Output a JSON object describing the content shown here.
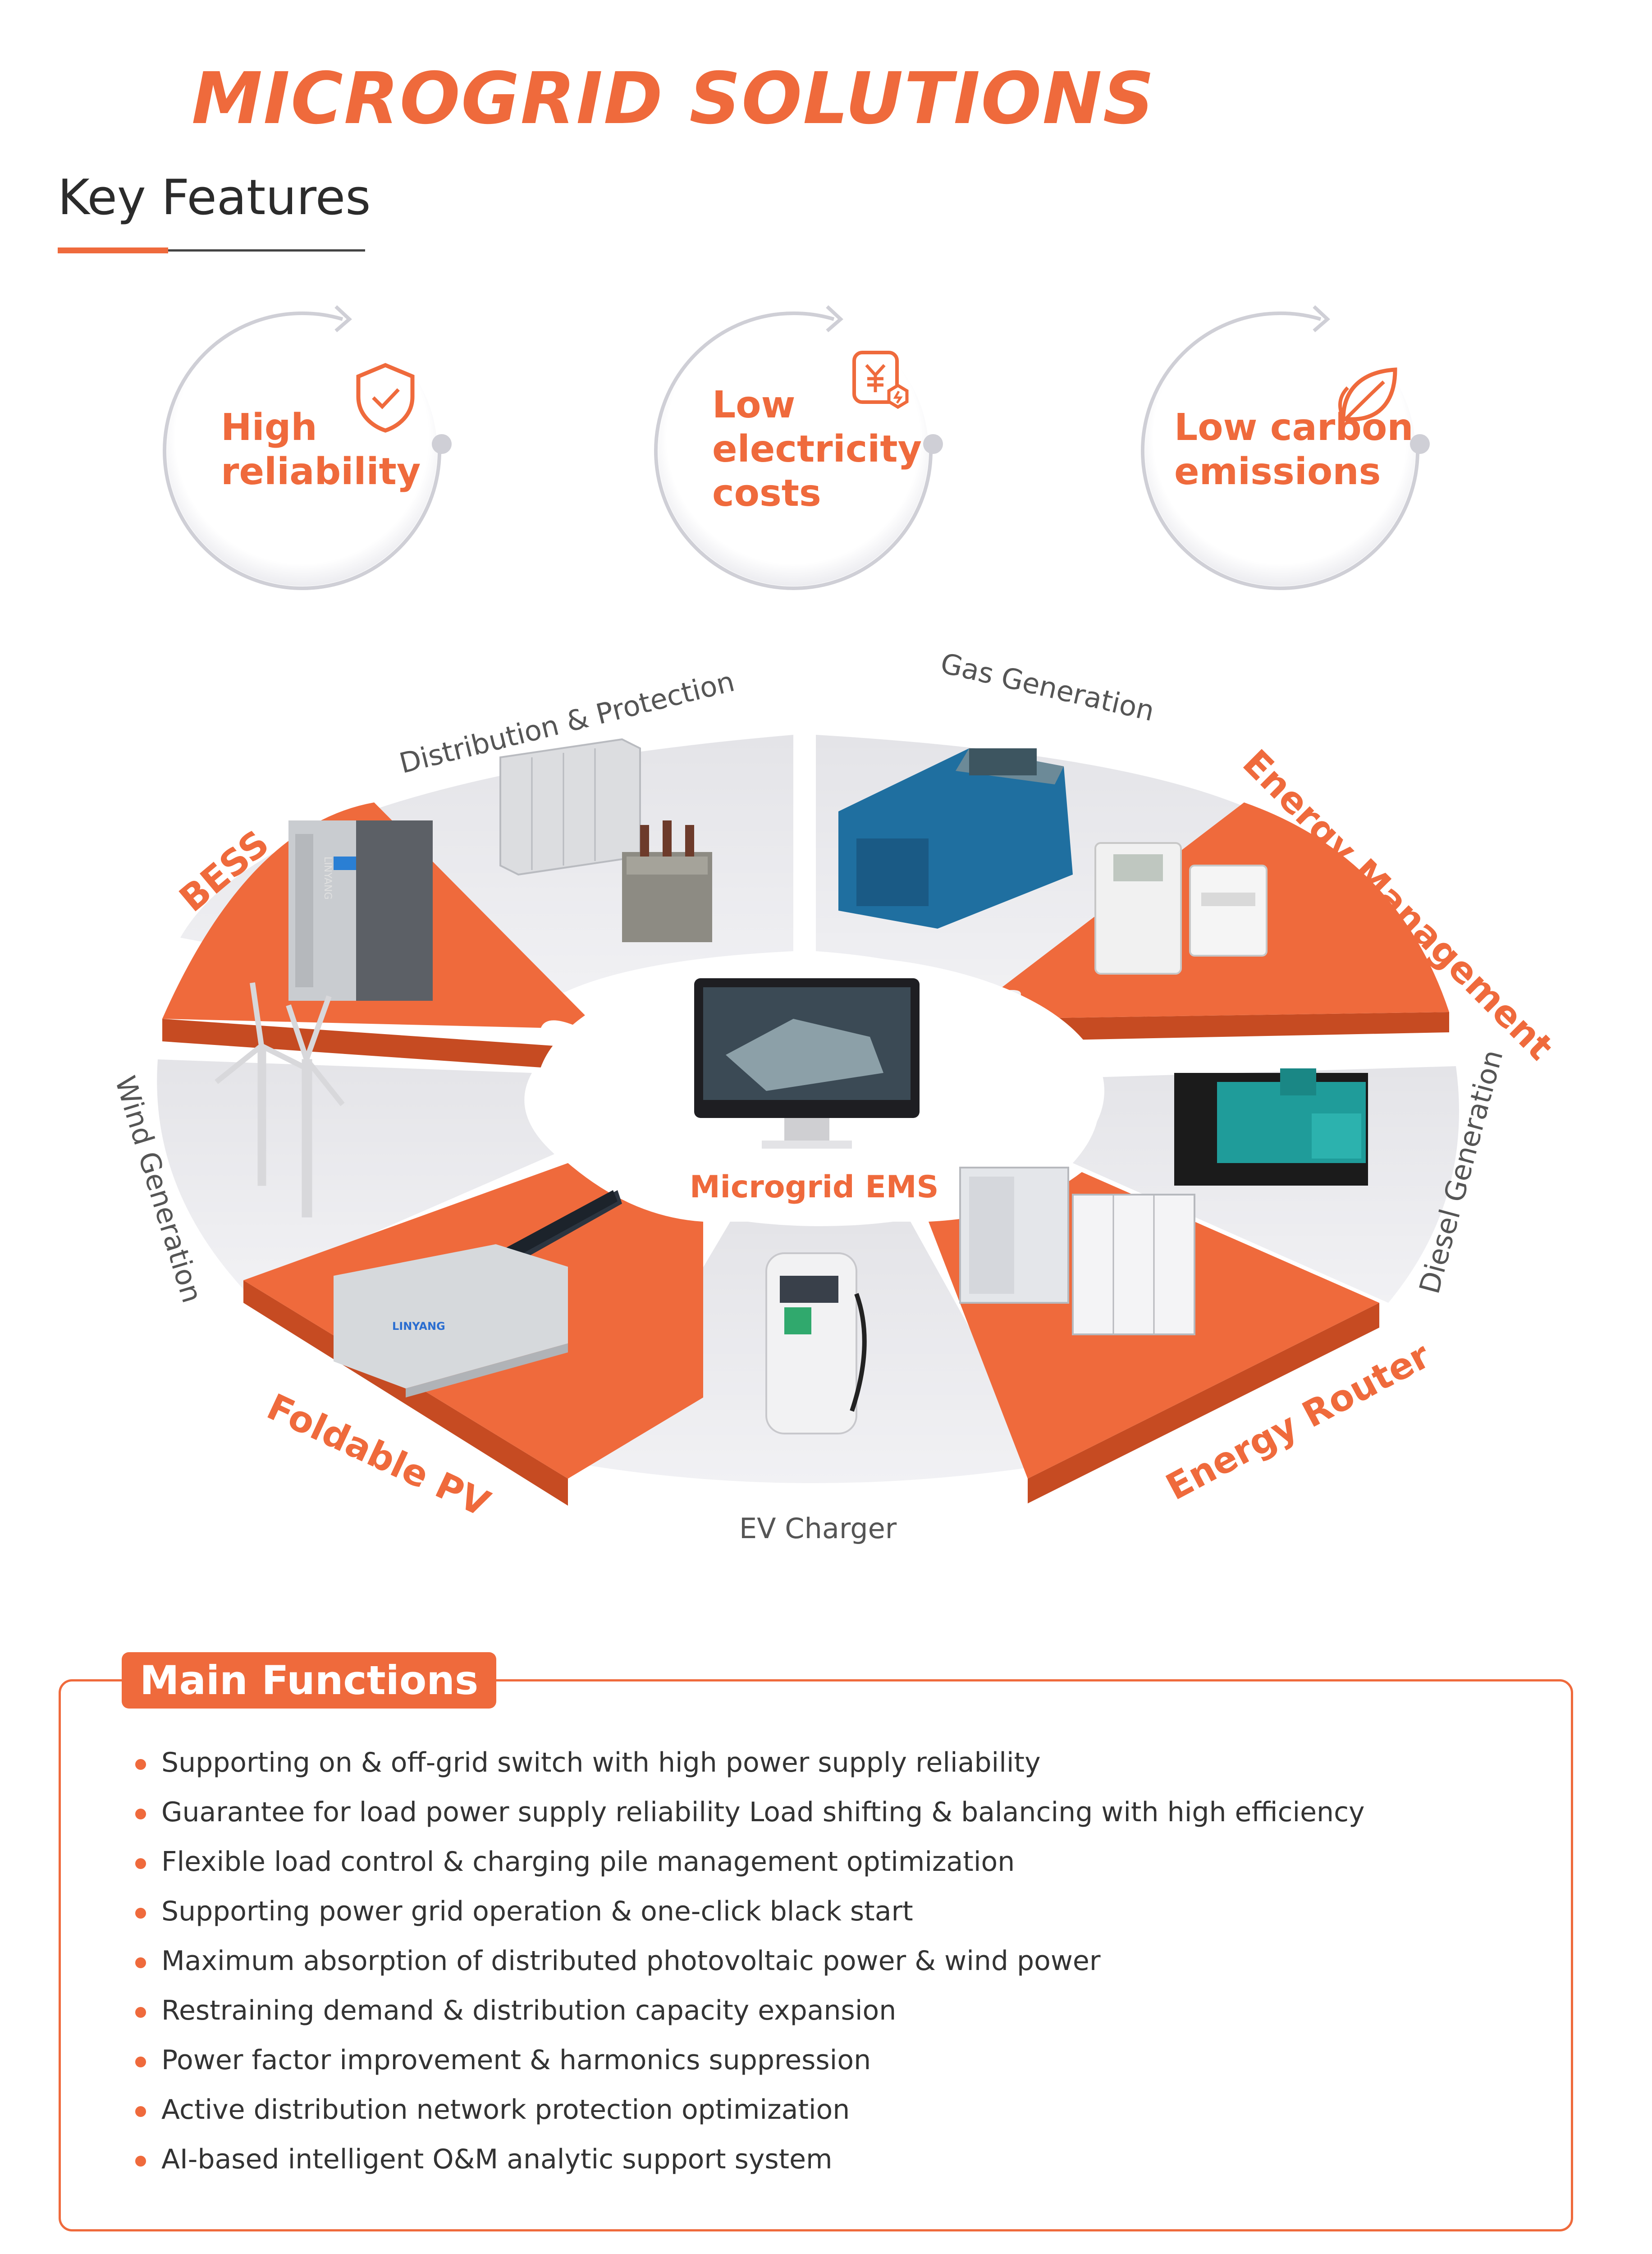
{
  "colors": {
    "accent": "#ef6a3c",
    "accent_dark": "#c64b22",
    "grey_segment": "#e9e9ec",
    "grey_ring": "#d2d2d8",
    "text": "#333333"
  },
  "header": {
    "title": "MICROGRID SOLUTIONS",
    "subtitle": "Key Features"
  },
  "features": [
    {
      "label": "High\nreliability",
      "icon": "shield-check-icon"
    },
    {
      "label": "Low\nelectricity\ncosts",
      "icon": "yuan-cost-icon"
    },
    {
      "label": "Low carbon\nemissions",
      "icon": "leaf-icon"
    }
  ],
  "diagram": {
    "center_label": "Microgrid EMS",
    "segments": {
      "distribution": "Distribution & Protection",
      "gas": "Gas Generation",
      "energy_management": "Energy Management",
      "bess": "BESS",
      "wind": "Wind Generation",
      "diesel": "Diesel Generation",
      "foldable_pv": "Foldable PV",
      "energy_router": "Energy Router",
      "ev_charger": "EV Charger"
    },
    "image_text": {
      "bess_brand": "LINYANG",
      "pv_brand": "LINYANG"
    }
  },
  "main_functions": {
    "title": "Main Functions",
    "items": [
      "Supporting on & off-grid switch with high power supply reliability",
      "Guarantee for load power supply reliability Load shifting & balancing with high efficiency",
      "Flexible load control & charging pile management optimization",
      "Supporting power grid operation & one-click black start",
      "Maximum absorption of distributed photovoltaic power & wind power",
      "Restraining demand & distribution capacity expansion",
      "Power factor improvement & harmonics suppression",
      "Active distribution network protection optimization",
      "AI-based intelligent O&M analytic support system"
    ]
  }
}
